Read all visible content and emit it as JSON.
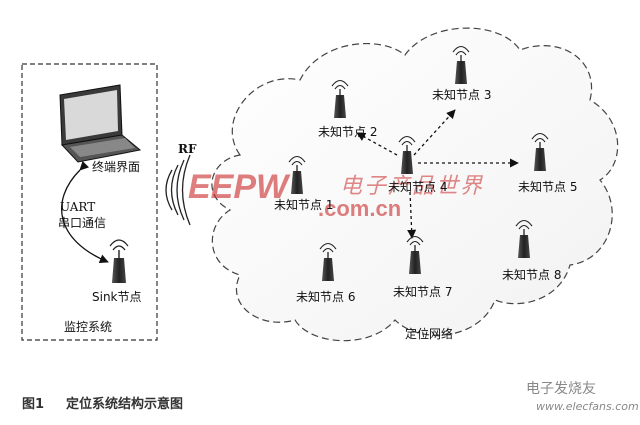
{
  "monitor": {
    "title": "监控系统",
    "terminal_label": "终端界面",
    "uart_label": "UART",
    "serial_label": "串口通信",
    "sink_label": "Sink节点"
  },
  "rf_label": "RF",
  "network_label": "定位网络",
  "nodes": [
    {
      "id": "n1",
      "label": "未知节点 1"
    },
    {
      "id": "n2",
      "label": "未知节点 2"
    },
    {
      "id": "n3",
      "label": "未知节点 3"
    },
    {
      "id": "n4",
      "label": "未知节点 4"
    },
    {
      "id": "n5",
      "label": "未知节点 5"
    },
    {
      "id": "n6",
      "label": "未知节点 6"
    },
    {
      "id": "n7",
      "label": "未知节点 7"
    },
    {
      "id": "n8",
      "label": "未知节点 8"
    }
  ],
  "caption": {
    "figure": "图1",
    "title": "定位系统结构示意图"
  },
  "watermark": {
    "logo": "EEPW",
    "cn": "电子产品世界",
    "url": ".com.cn"
  },
  "brand": {
    "cn": "电子发烧友",
    "url": "www.elecfans.com"
  }
}
